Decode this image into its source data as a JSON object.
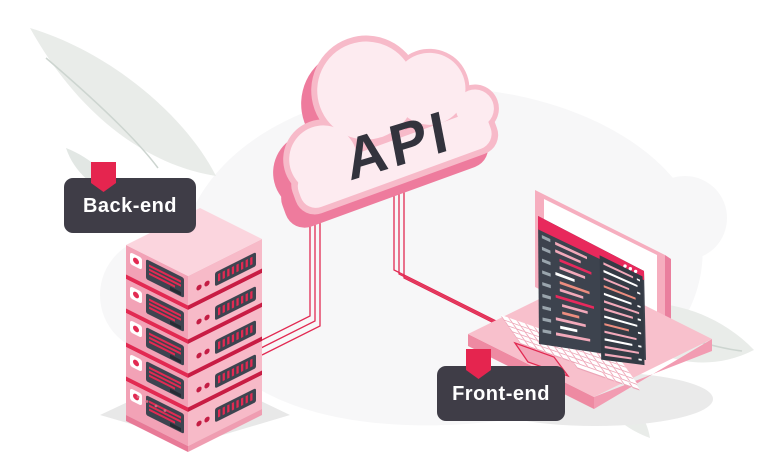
{
  "cloud": {
    "title": "API"
  },
  "labels": {
    "backend": "Back-end",
    "frontend": "Front-end"
  },
  "colors": {
    "accent_crimson": "#E22A52",
    "pin_red": "#E5254F",
    "label_box_dark": "#3F3D47",
    "api_text_dark": "#33333D",
    "cloud_face": "#FDEBF0",
    "cloud_border": "#F7BAC9",
    "cloud_side": "#EE7B9D",
    "server_pink_light": "#FBD5DE",
    "server_pink_mid": "#F2A2B6",
    "slate_panel": "#3E4450",
    "laptop_pink": "#F8C0CC",
    "editor_bg": "#3D434E",
    "background_blob": "#F7F7F8",
    "leaf_gray": "#E9ECE9"
  }
}
